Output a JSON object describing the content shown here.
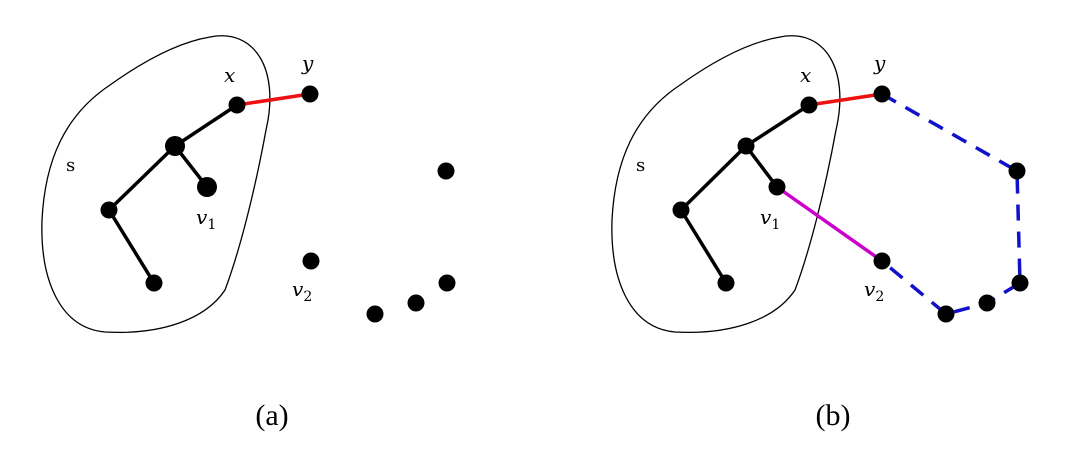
{
  "panels": [
    {
      "caption": "(a)",
      "set_label": "s",
      "labels": {
        "x": "x",
        "y": "y",
        "v1_main": "v",
        "v1_sub": "1",
        "v2_main": "v",
        "v2_sub": "2"
      }
    },
    {
      "caption": "(b)",
      "set_label": "s",
      "labels": {
        "x": "x",
        "y": "y",
        "v1_main": "v",
        "v1_sub": "1",
        "v2_main": "v",
        "v2_sub": "2"
      }
    }
  ],
  "colors": {
    "tree_edge": "#000000",
    "xy_edge": "#ee1111",
    "v1v2_edge": "#cc00cc",
    "path_edge": "#1111cc"
  }
}
